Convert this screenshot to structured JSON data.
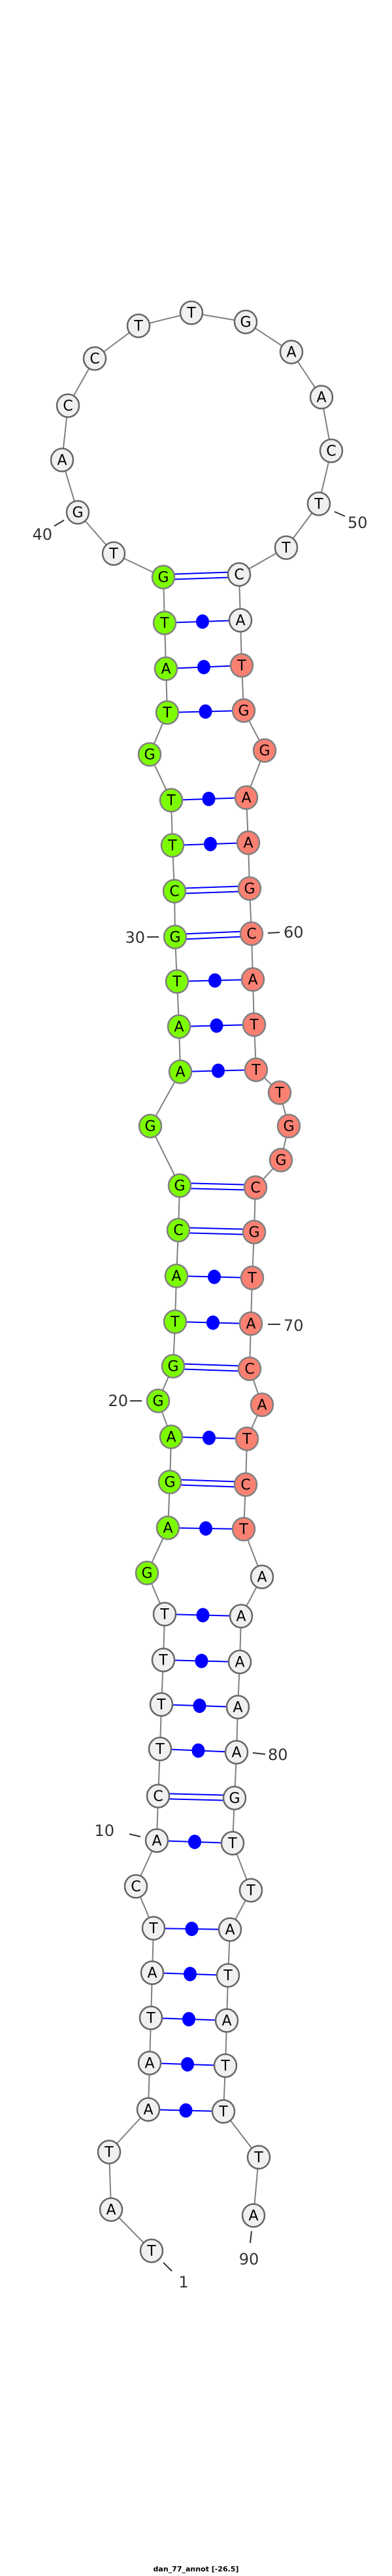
{
  "caption": "dan_77_annot [-26.5]",
  "sequence": "TATAATATCACTTTTGAGAGGTACGGAATGCTTGTATGTGACCTTGAACTTCATGGAAGCATTTGGCGTACATCTAAAAAGTTATATTTA",
  "pairs": [
    [
      4,
      88
    ],
    [
      5,
      87
    ],
    [
      6,
      86
    ],
    [
      7,
      85
    ],
    [
      8,
      84
    ],
    [
      10,
      82
    ],
    [
      11,
      81
    ],
    [
      12,
      80
    ],
    [
      13,
      79
    ],
    [
      14,
      78
    ],
    [
      15,
      77
    ],
    [
      17,
      75
    ],
    [
      18,
      74
    ],
    [
      19,
      73
    ],
    [
      21,
      71
    ],
    [
      22,
      70
    ],
    [
      23,
      69
    ],
    [
      24,
      68
    ],
    [
      25,
      67
    ],
    [
      27,
      63
    ],
    [
      28,
      62
    ],
    [
      29,
      61
    ],
    [
      30,
      60
    ],
    [
      31,
      59
    ],
    [
      32,
      58
    ],
    [
      33,
      57
    ],
    [
      35,
      55
    ],
    [
      36,
      54
    ],
    [
      37,
      53
    ],
    [
      38,
      52
    ]
  ],
  "highlight_regions": [
    {
      "name": "region-green",
      "from": 16,
      "to": 38,
      "color": "#7cfc00"
    },
    {
      "name": "region-salmon",
      "from": 54,
      "to": 75,
      "color": "#fa8072"
    }
  ],
  "colors": {
    "default_fill": "#f0f0f0",
    "backbone": "#808080",
    "pair": "#0000ff",
    "node_stroke": "#666666",
    "label": "#333333"
  },
  "position_labels": [
    "1",
    "10",
    "20",
    "30",
    "40",
    "50",
    "60",
    "70",
    "80",
    "90"
  ]
}
